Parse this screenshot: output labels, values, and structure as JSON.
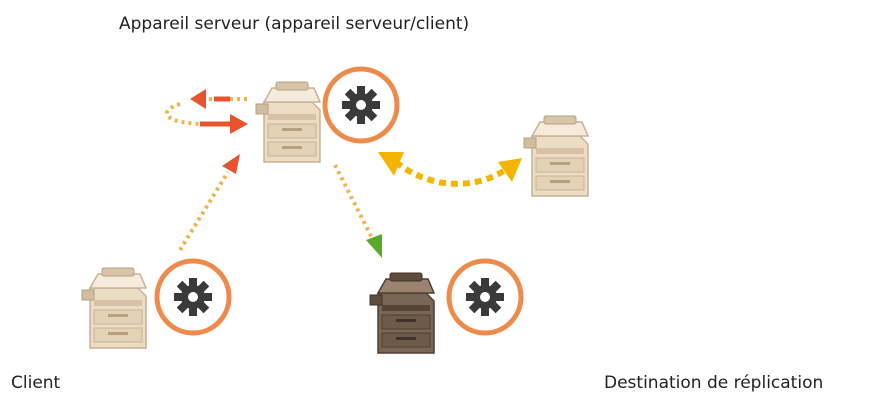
{
  "labels": {
    "server": "Appareil serveur (appareil serveur/client)",
    "client": "Client",
    "replication": "Destination de réplication"
  },
  "colors": {
    "arrow_red": "#e8532f",
    "arrow_orange_dots": "#f2b24a",
    "arrow_yellow": "#f5b400",
    "arrow_green": "#5aa82c",
    "gear_ring": "#ee8a4a",
    "gear_body": "#3a3a3a",
    "printer_light": "#ead7bd",
    "printer_dark": "#6b5a4a"
  },
  "icons": [
    "printer-icon",
    "gear-icon",
    "arrow-icon"
  ]
}
